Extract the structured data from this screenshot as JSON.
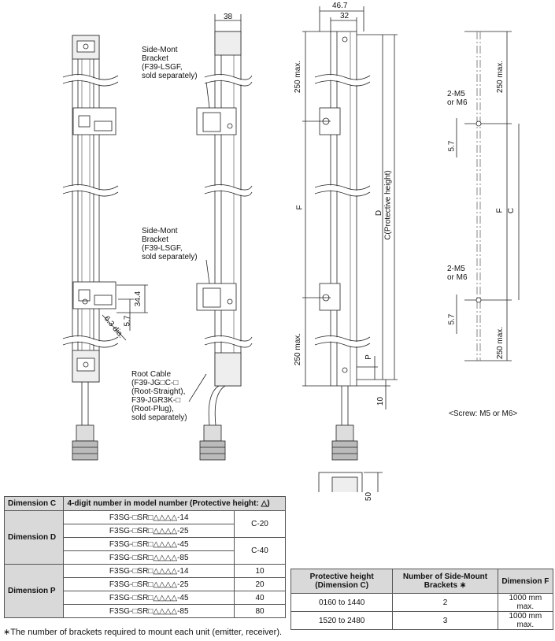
{
  "drawing_labels": {
    "dim_38": "38",
    "dim_46_7": "46.7",
    "dim_32": "32",
    "side_mount_label_1": [
      "Side-Mont",
      "Bracket",
      "(F39-LSGF,",
      "sold separately)"
    ],
    "side_mount_label_2": [
      "Side-Mont",
      "Bracket",
      "(F39-LSGF,",
      "sold separately)"
    ],
    "root_cable_label": [
      "Root Cable",
      "(F39-JG□C-□",
      "(Root-Straight),",
      "F39-JGR3K-□",
      "(Root-Plug),",
      "sold separately)"
    ],
    "dim_34_4": "34.4",
    "dim_5_7_left": "5.7",
    "dim_6_3_dia": "6.3 dia.",
    "dim_250_max_top": "250 max.",
    "dim_F": "F",
    "dim_250_max_bottom": "250 max.",
    "dim_D": "D",
    "dim_C_protective": "C(Protective height)",
    "dim_P": "P",
    "dim_10": "10",
    "right_250_max_top": "250 max.",
    "right_2m5_1": [
      "2-M5",
      "or M6"
    ],
    "right_5_7_1": "5.7",
    "right_F": "F",
    "right_C": "C",
    "right_2m5_2": [
      "2-M5",
      "or M6"
    ],
    "right_5_7_2": "5.7",
    "right_250_max_bottom": "250 max.",
    "screw_note": "<Screw: M5 or M6>",
    "dim_50": "50"
  },
  "dimension_table": {
    "header_col1": "Dimension C",
    "header_col2": "4-digit number in model number (Protective height: △)",
    "dimension_d_label": "Dimension D",
    "dimension_p_label": "Dimension P",
    "d_rows": [
      {
        "model": "F3SG-□SR□△△△△-14"
      },
      {
        "model": "F3SG-□SR□△△△△-25"
      },
      {
        "model": "F3SG-□SR□△△△△-45"
      },
      {
        "model": "F3SG-□SR□△△△△-85"
      }
    ],
    "d_values": [
      "C-20",
      "C-40"
    ],
    "p_rows": [
      {
        "model": "F3SG-□SR□△△△△-14",
        "value": "10"
      },
      {
        "model": "F3SG-□SR□△△△△-25",
        "value": "20"
      },
      {
        "model": "F3SG-□SR□△△△△-45",
        "value": "40"
      },
      {
        "model": "F3SG-□SR□△△△△-85",
        "value": "80"
      }
    ]
  },
  "bracket_table": {
    "headers": [
      "Protective height (Dimension C)",
      "Number of Side-Mount Brackets ∗",
      "Dimension F"
    ],
    "rows": [
      [
        "0160 to 1440",
        "2",
        "1000 mm max."
      ],
      [
        "1520 to 2480",
        "3",
        "1000 mm max."
      ]
    ]
  },
  "footnote": "∗The number of brackets required to mount each unit (emitter, receiver)."
}
